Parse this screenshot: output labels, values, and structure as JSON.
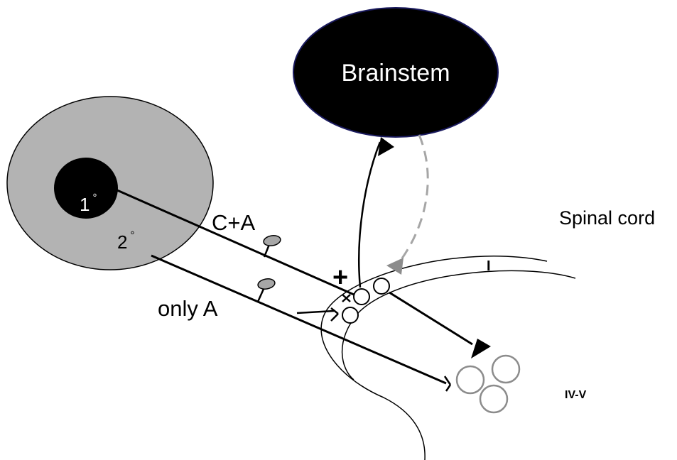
{
  "labels": {
    "brainstem": "Brainstem",
    "spinal_cord": "Spinal cord",
    "c_plus_a": "C+A",
    "only_a": "only A",
    "primary_zone": "1",
    "secondary_zone": "2",
    "degree_mark": "°",
    "plus": "+",
    "lamina_i": "I",
    "lamina_iv_v": "IV-V"
  },
  "colors": {
    "brainstem_fill": "#000000",
    "brainstem_border": "#1a1a5e",
    "secondary_zone_fill": "#b3b3b3",
    "primary_zone_fill": "#000000",
    "terminal_fill": "#a6a6a6",
    "descending_dashed": "#a6a6a6",
    "neuron_outline_gray": "#8c8c8c"
  }
}
